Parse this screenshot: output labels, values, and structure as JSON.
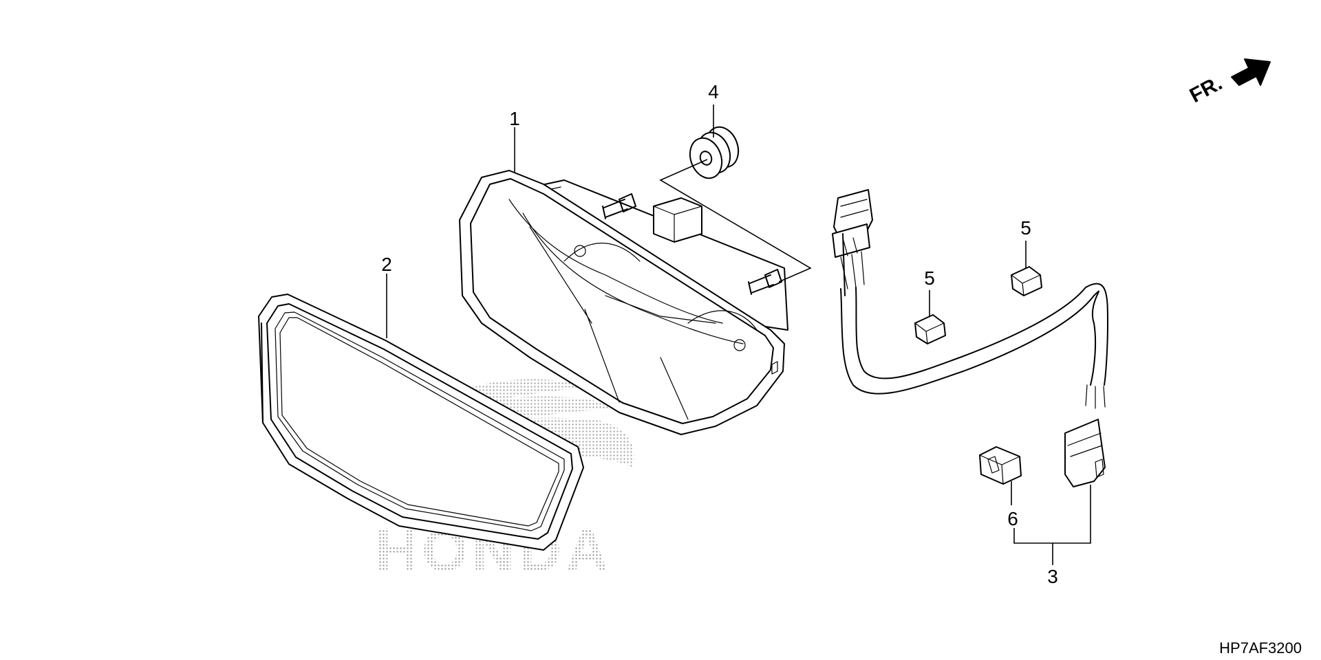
{
  "diagram_code": "HP7AF3200",
  "direction_indicator": {
    "text": "FR.",
    "icon": "arrow-icon"
  },
  "watermark": {
    "text": "HONDA",
    "icon": "honda-wing-logo"
  },
  "parts": [
    {
      "id": "part-1",
      "ref": "1"
    },
    {
      "id": "part-2",
      "ref": "2"
    },
    {
      "id": "part-3",
      "ref": "3"
    },
    {
      "id": "part-4",
      "ref": "4"
    },
    {
      "id": "part-5a",
      "ref": "5"
    },
    {
      "id": "part-5b",
      "ref": "5"
    },
    {
      "id": "part-6",
      "ref": "6"
    }
  ],
  "colors": {
    "line": "#000000",
    "background": "#ffffff",
    "watermark": "#b3b3b3"
  }
}
